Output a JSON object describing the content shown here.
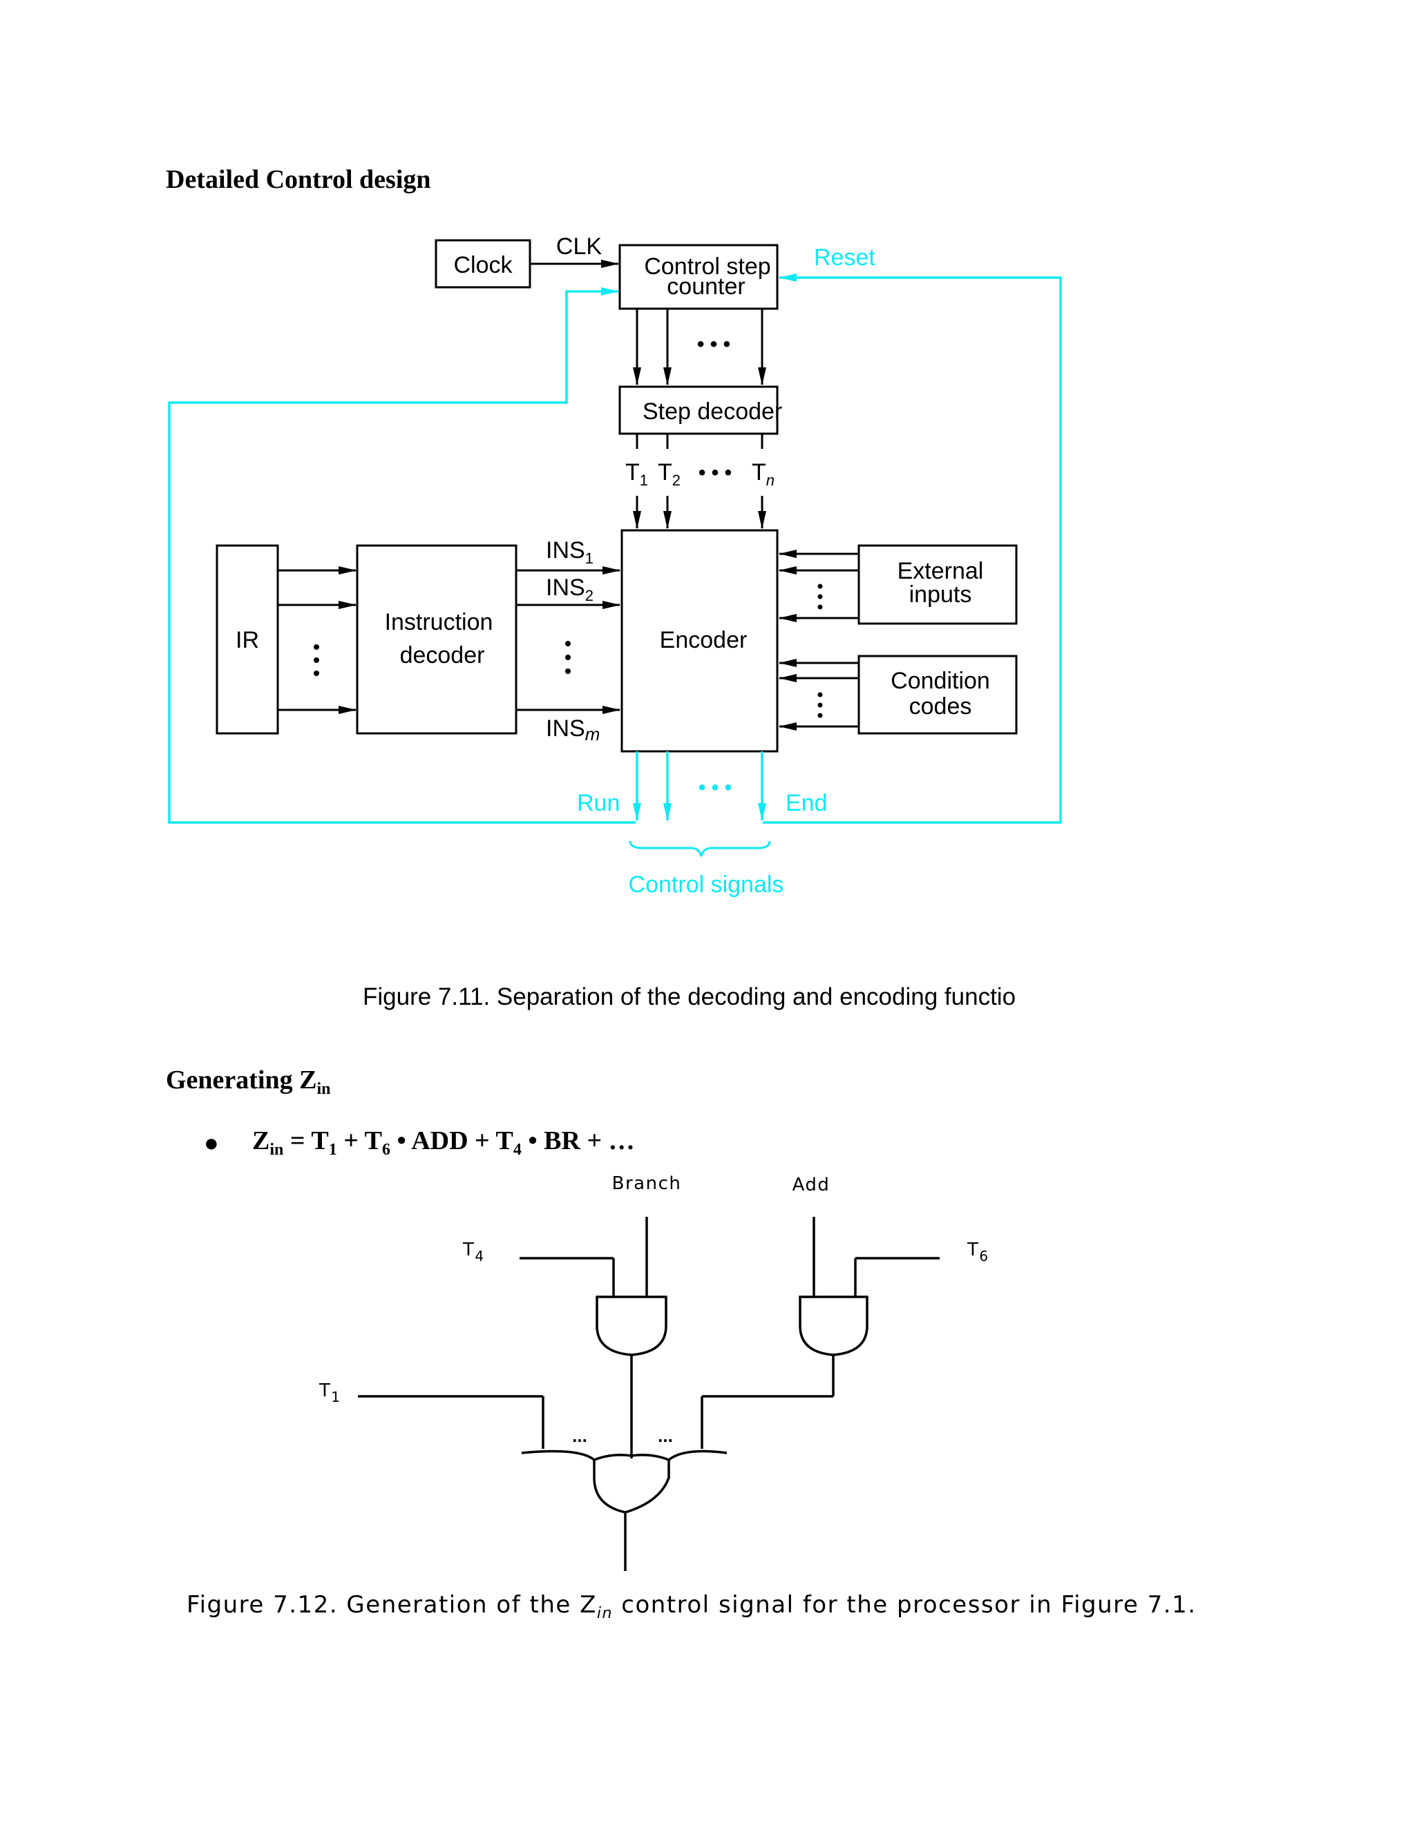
{
  "section1": {
    "heading": "Detailed Control design"
  },
  "figure1": {
    "blocks": {
      "clock": "Clock",
      "counter_line1": "Control step",
      "counter_line2": "counter",
      "step_decoder": "Step decoder",
      "ir": "IR",
      "instr_line1": "Instruction",
      "instr_line2": "decoder",
      "encoder": "Encoder",
      "external_line1": "External",
      "external_line2": "inputs",
      "condition_line1": "Condition",
      "condition_line2": "codes"
    },
    "signals": {
      "clk": "CLK",
      "reset": "Reset",
      "t1": "T",
      "t1_sub": "1",
      "t2": "T",
      "t2_sub": "2",
      "tn": "T",
      "tn_sub": "n",
      "ins1": "INS",
      "ins1_sub": "1",
      "ins2": "INS",
      "ins2_sub": "2",
      "insm": "INS",
      "insm_sub": "m",
      "run": "Run",
      "end": "End",
      "control_signals": "Control signals"
    },
    "caption": "Figure 7.11.  Separation of the decoding and encoding functio"
  },
  "section2": {
    "heading": "Generating Z",
    "heading_sub": "in",
    "bullet": "●",
    "equation": {
      "z": "Z",
      "z_sub": "in",
      "t1_part": " = T",
      "t1_sub": "1",
      "t6_part": " + T",
      "t6_sub": "6",
      "add_part": " • ADD + T",
      "t4_sub": "4",
      "br_part": " • BR + …"
    }
  },
  "figure2": {
    "labels": {
      "branch": "Branch",
      "add": "Add",
      "t4": "T",
      "t4_sub": "4",
      "t6": "T",
      "t6_sub": "6",
      "t1": "T",
      "t1_sub": "1",
      "dots": "..."
    },
    "caption_pre": "Figure 7.12. Generation of the Z",
    "caption_sub": "in",
    "caption_post": " control signal for the processor in Figure 7.1."
  },
  "colors": {
    "accent": "#10e8f4",
    "ink": "#000000"
  }
}
